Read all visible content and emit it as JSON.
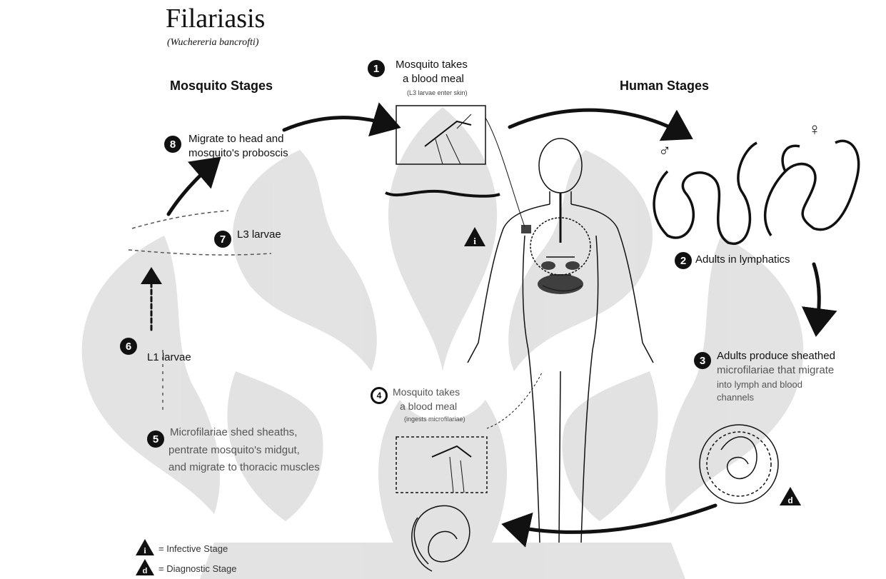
{
  "diagram": {
    "title": "Filariasis",
    "subtitle": "(Wuchereria bancrofti)",
    "sections": {
      "mosquito": "Mosquito Stages",
      "human": "Human Stages"
    },
    "steps": [
      {
        "number": "1",
        "label_line1": "Mosquito takes",
        "label_line2": "a blood meal",
        "note": "(L3 larvae enter skin)"
      },
      {
        "number": "2",
        "label_line1": "Adults in lymphatics"
      },
      {
        "number": "3",
        "label_line1": "Adults produce sheathed",
        "label_line2": "microfilariae that migrate",
        "label_line3": "into lymph and blood",
        "label_line4": "channels"
      },
      {
        "number": "4",
        "label_line1": "Mosquito takes",
        "label_line2": "a blood meal",
        "note": "(ingests microfilariae)"
      },
      {
        "number": "5",
        "label_line1": "Microfilariae shed sheaths,",
        "label_line2": "pentrate mosquito's midgut,",
        "label_line3": "and migrate to thoracic muscles"
      },
      {
        "number": "6",
        "label_line1": "L1 larvae"
      },
      {
        "number": "7",
        "label_line1": "L3 larvae"
      },
      {
        "number": "8",
        "label_line1": "Migrate to head and",
        "label_line2": "mosquito's proboscis"
      }
    ],
    "symbols": {
      "male": "♂",
      "female": "♀"
    },
    "legend": [
      {
        "symbol": "i",
        "label": "= Infective Stage"
      },
      {
        "symbol": "d",
        "label": "= Diagnostic Stage"
      }
    ],
    "colors": {
      "ink": "#111111",
      "watermark": "#d9d9d9",
      "background": "#ffffff"
    }
  }
}
